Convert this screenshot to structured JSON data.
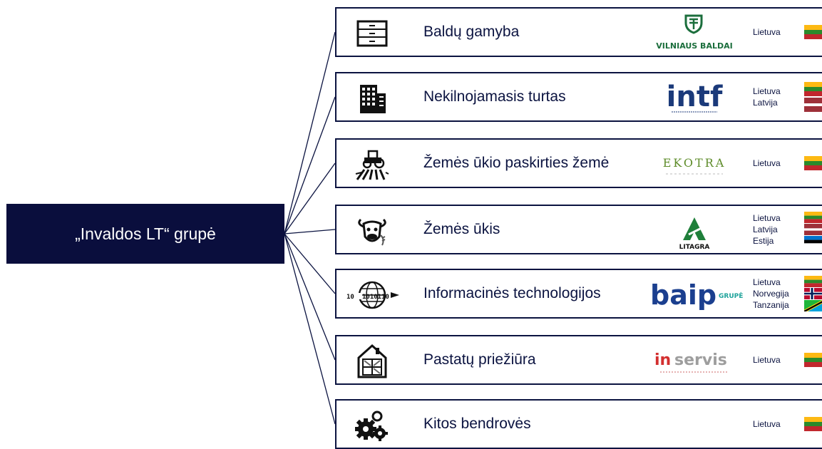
{
  "root": {
    "label": "„Invaldos LT“ grupė"
  },
  "rows": [
    {
      "label": "Baldų gamyba",
      "icon": "furniture-drawers-icon",
      "logo": "vilniaus-baldai-logo",
      "logo_text": "VILNIAUS BALDAI",
      "countries": [
        "Lietuva"
      ],
      "flags": [
        "lt"
      ]
    },
    {
      "label": "Nekilnojamasis turtas",
      "icon": "building-icon",
      "logo": "intf-logo",
      "logo_text": "intf",
      "countries": [
        "Lietuva",
        "Latvija"
      ],
      "flags": [
        "lt",
        "lv"
      ]
    },
    {
      "label": "Žemės ūkio paskirties žemė",
      "icon": "tractor-field-icon",
      "logo": "ekotra-logo",
      "logo_text": "EKOTRA",
      "countries": [
        "Lietuva"
      ],
      "flags": [
        "lt"
      ]
    },
    {
      "label": "Žemės ūkis",
      "icon": "cow-head-icon",
      "logo": "litagra-logo",
      "logo_text": "LITAGRA",
      "countries": [
        "Lietuva",
        "Latvija",
        "Estija"
      ],
      "flags": [
        "lt",
        "lv",
        "ee"
      ]
    },
    {
      "label": "Informacinės technologijos",
      "icon": "binary-globe-icon",
      "logo": "baip-logo",
      "logo_text": "baip",
      "logo_subtext": "GRUPĖ",
      "countries": [
        "Lietuva",
        "Norvegija",
        "Tanzanija"
      ],
      "flags": [
        "lt",
        "no",
        "tz"
      ]
    },
    {
      "label": "Pastatų priežiūra",
      "icon": "house-maintenance-icon",
      "logo": "inservis-logo",
      "logo_text_a": "in",
      "logo_text_b": "servis",
      "countries": [
        "Lietuva"
      ],
      "flags": [
        "lt"
      ]
    },
    {
      "label": "Kitos bendrovės",
      "icon": "gears-icon",
      "logo": "",
      "countries": [
        "Lietuva"
      ],
      "flags": [
        "lt"
      ]
    }
  ],
  "colors": {
    "navy": "#0a0e3d",
    "border": "#0b1340",
    "lt_yellow": "#fdb913",
    "lt_green": "#2b8a2b",
    "lt_red": "#c1272d",
    "lv_red": "#9e3039",
    "ee_blue": "#0072ce",
    "no_red": "#ba0c2f",
    "no_blue": "#00205b",
    "tz_green": "#1eb53a",
    "tz_blue": "#00a3dd",
    "tz_yellow": "#fcd116",
    "intf_blue": "#1b3a7a",
    "ekotra_green": "#5e8c2a",
    "litagra_green": "#1f7f3a",
    "baip_blue": "#1b3f8f",
    "baip_teal": "#1fa39b",
    "inservis_red": "#d32f2f",
    "inservis_gray": "#9e9e9e",
    "vb_green": "#1b6e3c"
  }
}
